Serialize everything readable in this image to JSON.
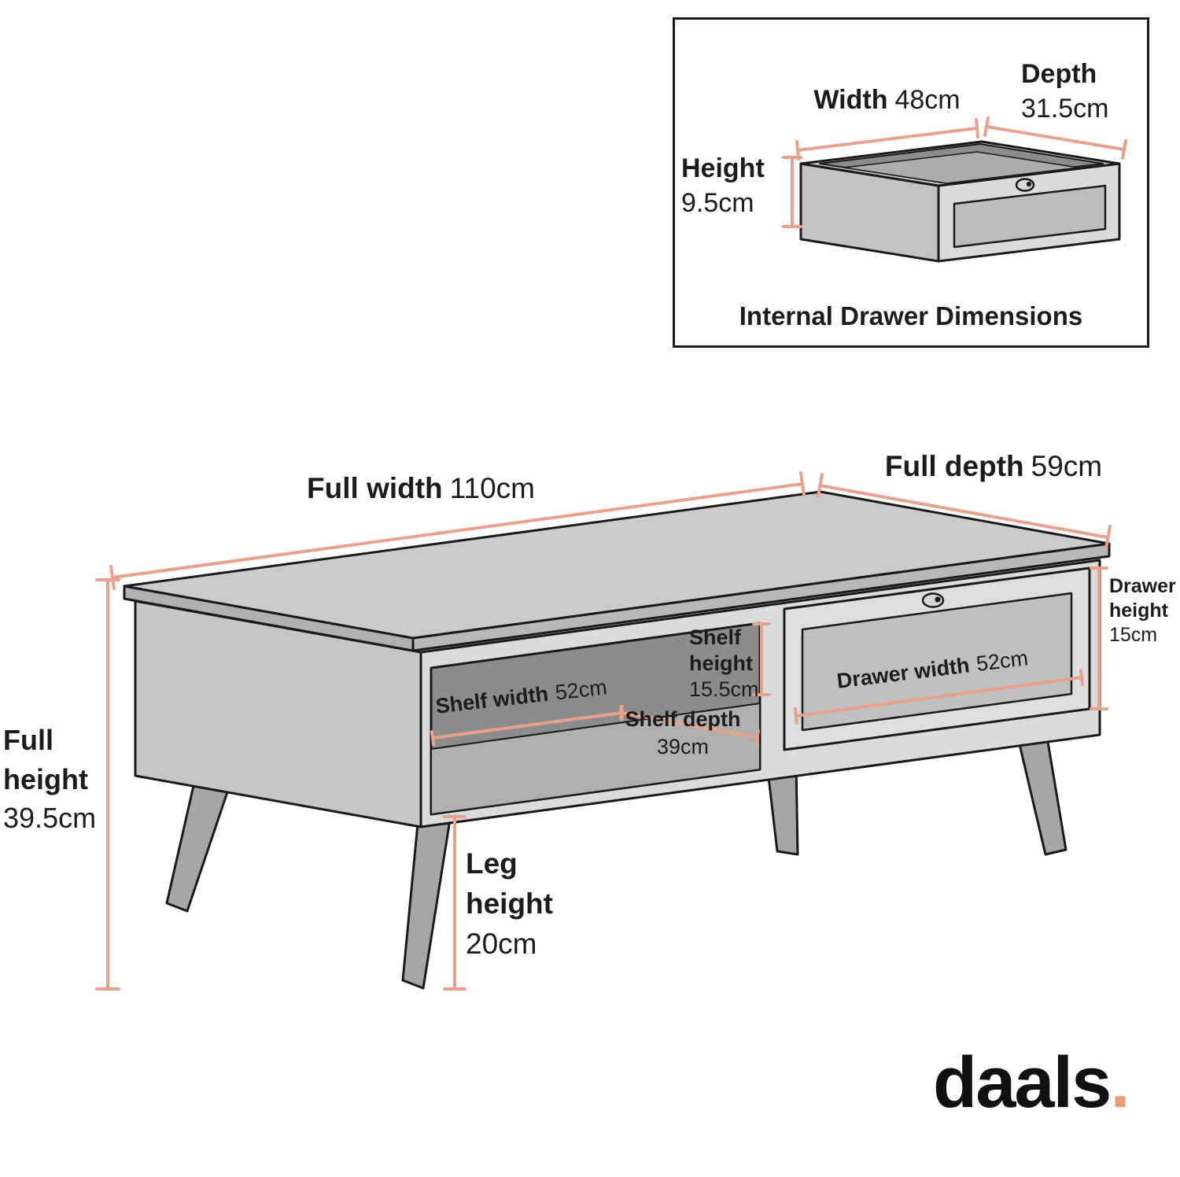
{
  "colors": {
    "dimension_line": "#E8A28B",
    "outline": "#1A1A1A",
    "logo_dot": "#ED9C6E"
  },
  "inset_box": {
    "title": "Internal Drawer Dimensions",
    "width": {
      "label": "Width",
      "value": "48cm"
    },
    "depth": {
      "label": "Depth",
      "value": "31.5cm"
    },
    "height": {
      "label": "Height",
      "value": "9.5cm"
    }
  },
  "main_diagram": {
    "full_width": {
      "label": "Full width",
      "value": "110cm"
    },
    "full_depth": {
      "label": "Full depth",
      "value": "59cm"
    },
    "full_height": {
      "label": "Full height",
      "value": "39.5cm"
    },
    "leg_height": {
      "label": "Leg height",
      "value": "20cm"
    },
    "shelf_width": {
      "label": "Shelf width",
      "value": "52cm"
    },
    "shelf_depth": {
      "label": "Shelf depth",
      "value": "39cm"
    },
    "shelf_height": {
      "label": "Shelf height",
      "value": "15.5cm"
    },
    "drawer_width": {
      "label": "Drawer width",
      "value": "52cm"
    },
    "drawer_height": {
      "label": "Drawer height",
      "value": "15cm"
    }
  },
  "logo": {
    "name": "daals",
    "dot": "."
  }
}
